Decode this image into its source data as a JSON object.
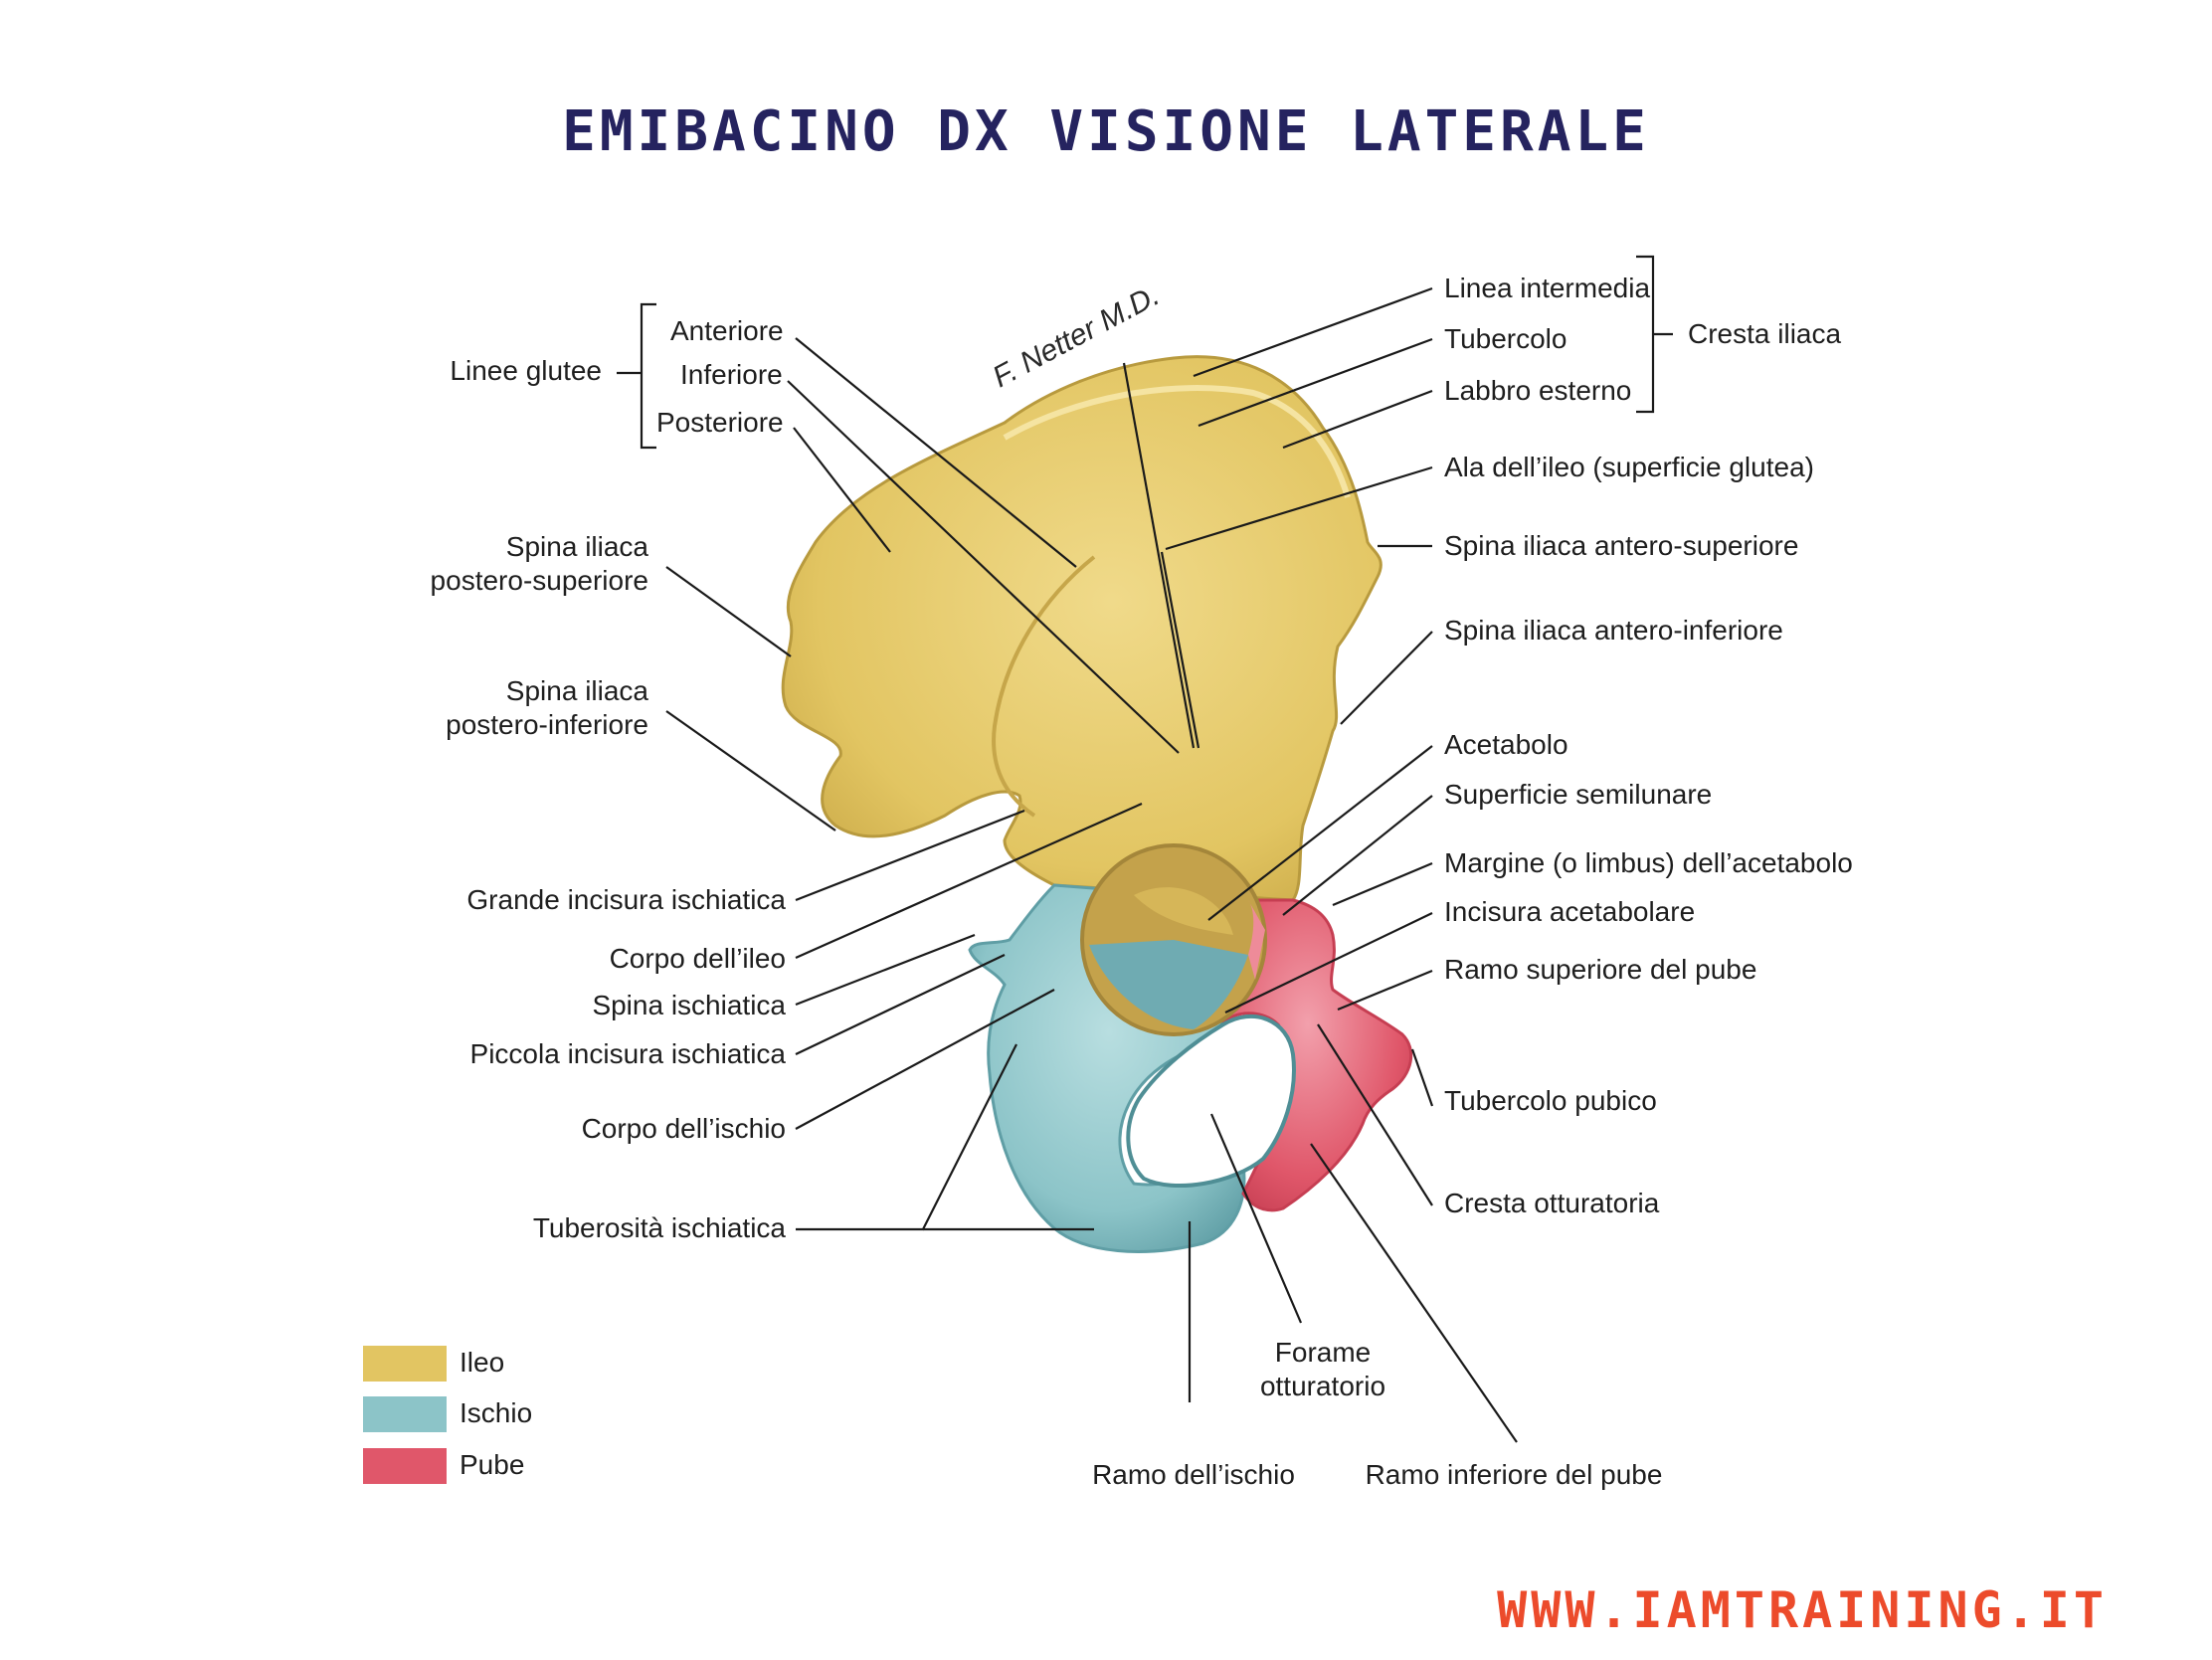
{
  "title": "EMIBACINO DX VISIONE LATERALE",
  "signature": "F. Netter M.D.",
  "website": "WWW.IAMTRAINING.IT",
  "colors": {
    "ileo": "#e2c562",
    "ischio": "#8cc4c8",
    "pube": "#e0576a",
    "title": "#25235f",
    "website": "#ec4b2b"
  },
  "labels": {
    "linee_glutee": "Linee glutee",
    "anteriore": "Anteriore",
    "inferiore": "Inferiore",
    "posteriore": "Posteriore",
    "spina_ps": "Spina iliaca\npostero-superiore",
    "spina_pi": "Spina iliaca\npostero-inferiore",
    "grande_incisura": "Grande incisura ischiatica",
    "corpo_ileo": "Corpo dell’ileo",
    "spina_ischiatica": "Spina ischiatica",
    "piccola_incisura": "Piccola incisura ischiatica",
    "corpo_ischio": "Corpo dell’ischio",
    "tuberosita": "Tuberosità ischiatica",
    "linea_intermedia": "Linea intermedia",
    "tubercolo": "Tubercolo",
    "labbro_esterno": "Labbro esterno",
    "cresta_iliaca": "Cresta iliaca",
    "ala_ileo": "Ala dell’ileo (superficie glutea)",
    "spina_as": "Spina iliaca antero-superiore",
    "spina_ai": "Spina iliaca antero-inferiore",
    "acetabolo": "Acetabolo",
    "superficie_semilunare": "Superficie semilunare",
    "margine": "Margine (o limbus) dell’acetabolo",
    "incisura_acetabolare": "Incisura acetabolare",
    "ramo_sup_pube": "Ramo superiore del pube",
    "tubercolo_pubico": "Tubercolo pubico",
    "cresta_otturatoria": "Cresta otturatoria",
    "forame": "Forame\notturatorio",
    "ramo_ischio": "Ramo dell’ischio",
    "ramo_inf_pube": "Ramo inferiore del pube"
  },
  "legend": [
    {
      "label": "Ileo",
      "color": "#e2c562"
    },
    {
      "label": "Ischio",
      "color": "#8cc4c8"
    },
    {
      "label": "Pube",
      "color": "#e0576a"
    }
  ]
}
